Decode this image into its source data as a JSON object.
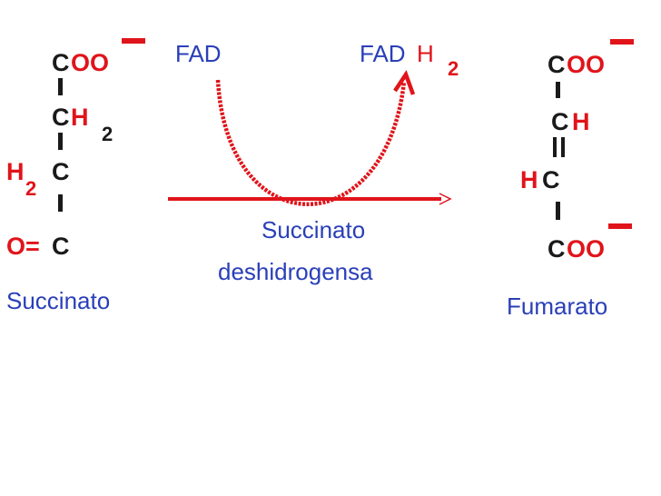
{
  "succinate": {
    "top_c": "C",
    "top_oo": "OO",
    "top_charge": "−",
    "mid_c": "C",
    "mid_h": "H",
    "mid_sub": "2",
    "low_h": "H",
    "low_sub": "2",
    "low_c": "C",
    "bot_o": "O=",
    "bot_c": "C",
    "name": "Succinato"
  },
  "fumarate": {
    "top_c": "C",
    "top_oo": "OO",
    "top_charge": "−",
    "mid_c": "C",
    "mid_h": "H",
    "low_h": "H",
    "low_c": "C",
    "bot_c": "C",
    "bot_oo": "OO",
    "bot_charge": "−",
    "name": "Fumarato"
  },
  "reaction": {
    "cofactor_in": "FAD",
    "cofactor_out_base": "FAD",
    "cofactor_out_h": "H",
    "cofactor_out_sub": "2",
    "enzyme_line1": "Succinato",
    "enzyme_line2": "deshidrogensa"
  },
  "colors": {
    "atoms": "#1a1a1a",
    "highlight": "#e0141a",
    "labels": "#2a3fb8"
  }
}
